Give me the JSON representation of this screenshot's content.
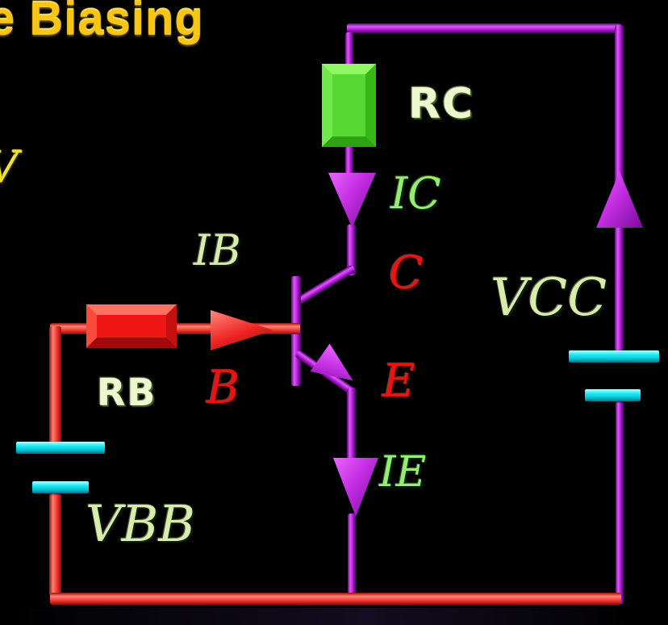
{
  "slide": {
    "title_fragment": "e Biasing",
    "left_text_fragment": "V"
  },
  "colors": {
    "background": "#000000",
    "title_gold": "#f7c513",
    "wire_purple": "#b01ed6",
    "wire_red": "#ee3333",
    "battery_plate_cyan": "#00e0ee",
    "resistor_green": "#57d832",
    "resistor_red": "#ee1515",
    "label_bright_green": "#94ef6e",
    "label_pale_green": "#d9edaa",
    "label_red": "#ee1111"
  },
  "circuit": {
    "components": {
      "rc_resistor": {
        "label": "RC"
      },
      "rb_resistor": {
        "label": "RB"
      },
      "vcc_battery": {
        "label": "VCC"
      },
      "vbb_battery": {
        "label": "VBB"
      }
    },
    "currents": {
      "ic": {
        "label": "IC",
        "direction": "down"
      },
      "ib": {
        "label": "IB",
        "direction": "right"
      },
      "ie": {
        "label": "IE",
        "direction": "down"
      },
      "vcc_loop": {
        "direction": "up"
      }
    },
    "terminals": {
      "collector": {
        "label": "C"
      },
      "base": {
        "label": "B"
      },
      "emitter": {
        "label": "E"
      }
    }
  }
}
